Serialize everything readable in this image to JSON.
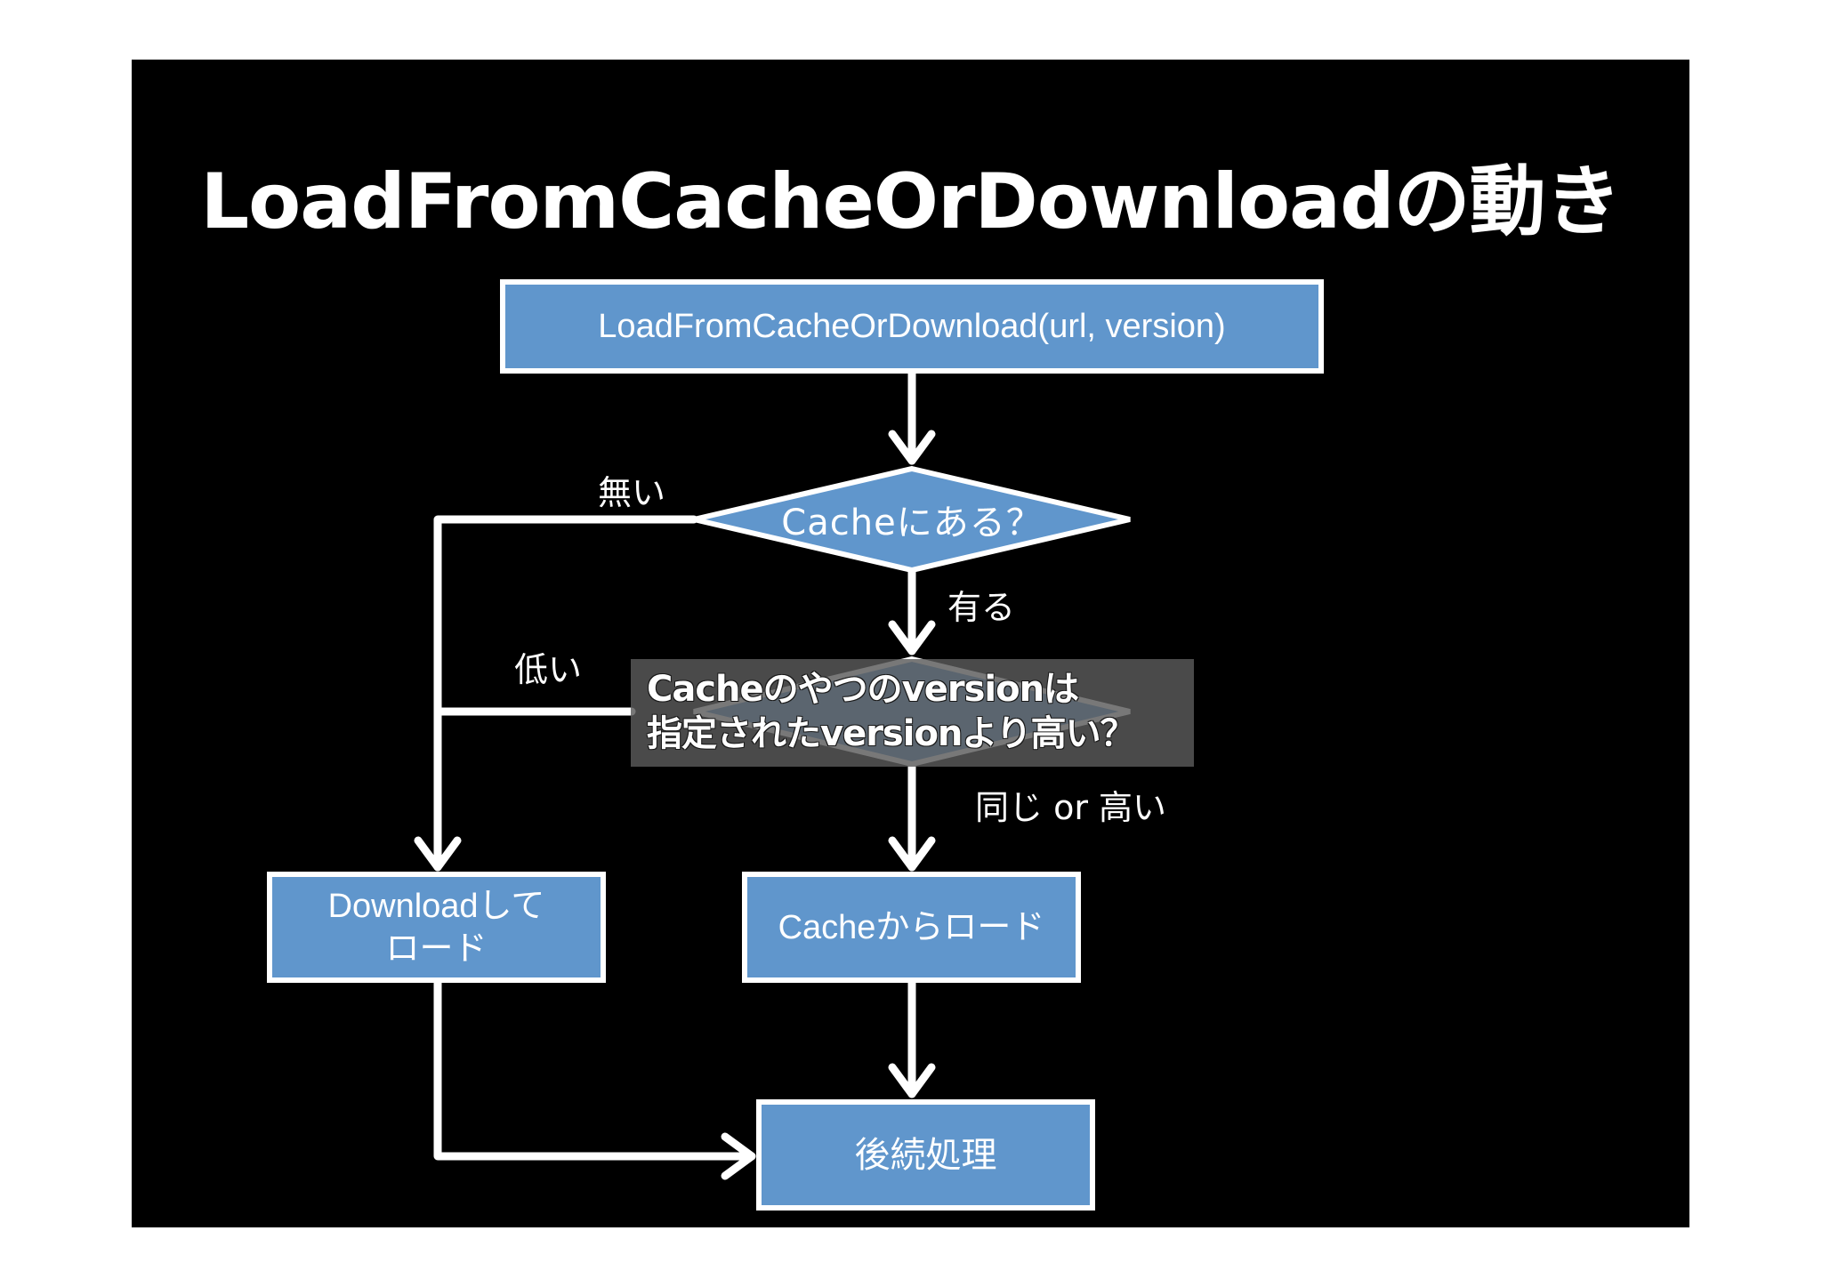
{
  "title": "LoadFromCacheOrDownloadの動き",
  "nodes": {
    "start": "LoadFromCacheOrDownload(url, version)",
    "cache_check": "Cacheにある？",
    "version_check": "Cacheのやつのversionは\n指定されたversionより高い？",
    "download": "Downloadして\nロード",
    "load_cache": "Cacheからロード",
    "post_process": "後続処理"
  },
  "edge_labels": {
    "cache_missing": "無い",
    "cache_present": "有る",
    "version_lower": "低い",
    "version_same_or_higher": "同じ or 高い"
  },
  "colors": {
    "background": "#000000",
    "node_fill": "#6096cc",
    "stroke": "#ffffff"
  }
}
